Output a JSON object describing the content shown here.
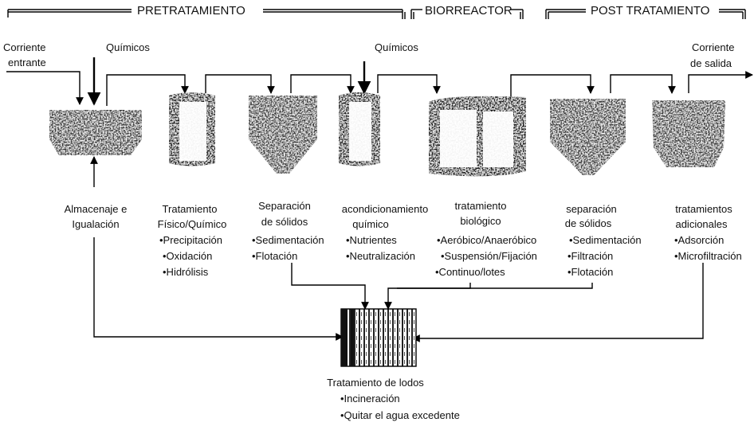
{
  "headers": {
    "pretratamiento": "PRETRATAMIENTO",
    "biorreactor": "BIORREACTOR",
    "post_tratamiento": "POST TRATAMIENTO"
  },
  "inputs": {
    "corriente_entrante": [
      "Corriente",
      "entrante"
    ],
    "quimicos_1": "Químicos",
    "quimicos_2": "Químicos",
    "corriente_salida": [
      "Corriente",
      "de salida"
    ]
  },
  "stages": [
    {
      "id": "almacenaje",
      "lines": [
        "Almacenaje e",
        "Igualación"
      ]
    },
    {
      "id": "fisico-quimico",
      "lines": [
        "Tratamiento",
        "Físico/Químico",
        "•Precipitación",
        "•Oxidación",
        "•Hidrólisis"
      ]
    },
    {
      "id": "separacion-1",
      "lines": [
        "Separación",
        "de sólidos",
        "•Sedimentación",
        "•Flotación"
      ]
    },
    {
      "id": "acondicionamiento",
      "lines": [
        "acondicionamiento",
        "químico",
        "•Nutrientes",
        "•Neutralización"
      ]
    },
    {
      "id": "biologico",
      "lines": [
        "tratamiento",
        "biológico",
        "•Aeróbico/Anaeróbico",
        "•Suspensión/Fijación",
        "•Continuo/lotes"
      ]
    },
    {
      "id": "separacion-2",
      "lines": [
        "separación",
        "de sólidos",
        "•Sedimentación",
        "•Filtración",
        "•Flotación"
      ]
    },
    {
      "id": "adicionales",
      "lines": [
        "tratamientos",
        "adicionales",
        "•Adsorción",
        "•Microfiltración"
      ]
    }
  ],
  "sludge": {
    "lines": [
      "Tratamiento de lodos",
      "•Incineración",
      "•Quitar el agua excedente"
    ]
  },
  "colors": {
    "ink": "#111111",
    "tank_fill": "#3a3a3a",
    "tank_speckle": "#bdbdbd"
  },
  "icons": [
    "settling-tank-icon",
    "cylindrical-tank-icon",
    "cone-clarifier-icon",
    "bioreactor-icon",
    "sludge-treatment-icon",
    "flow-arrow-icon"
  ]
}
